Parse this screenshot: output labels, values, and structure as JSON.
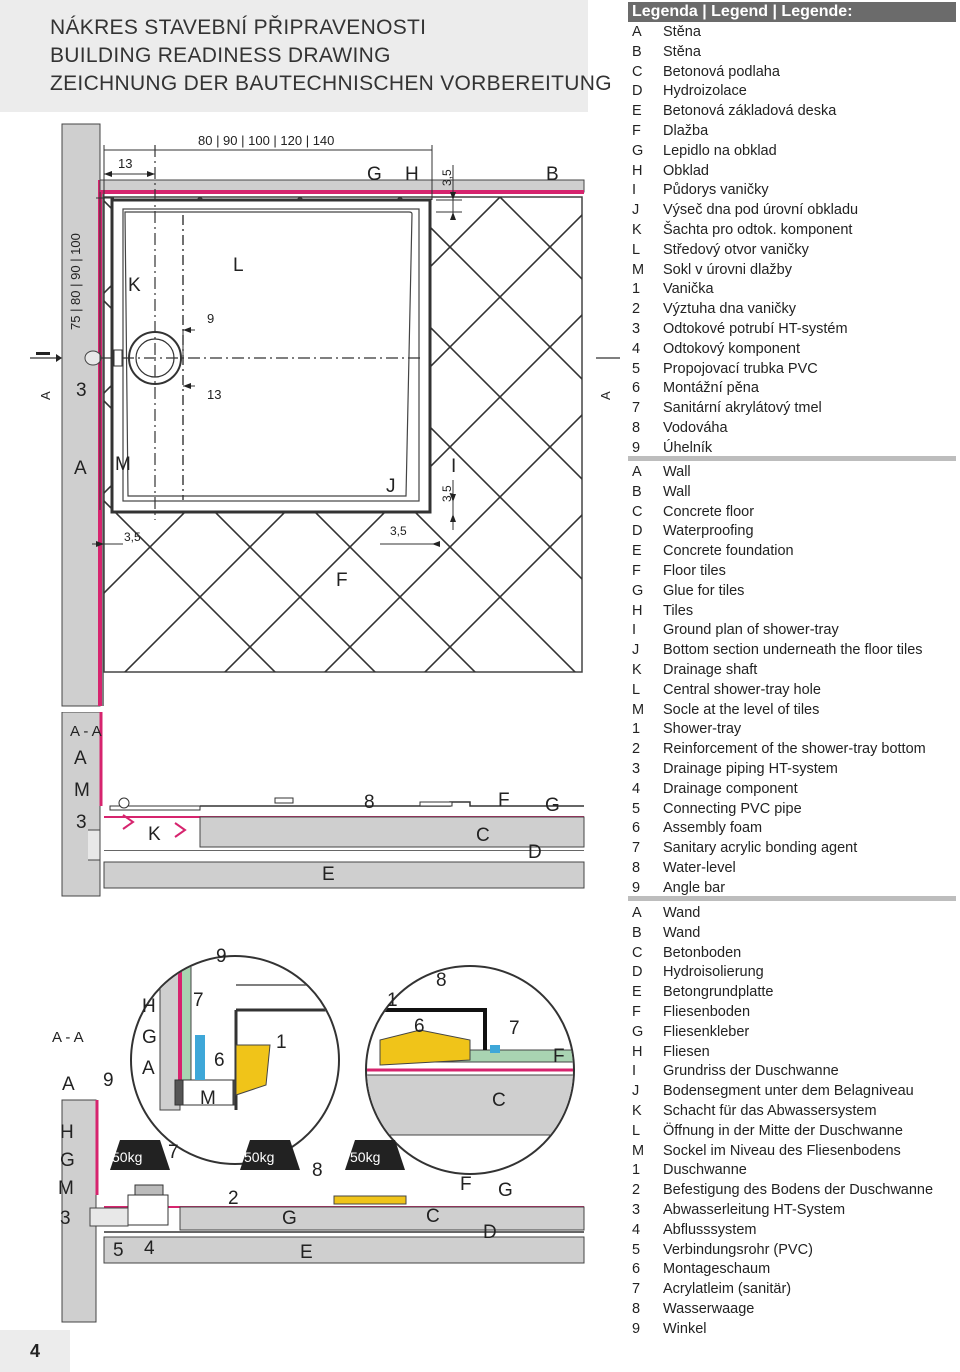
{
  "title": {
    "cz": "NÁKRES STAVEBNÍ PŘIPRAVENOSTI",
    "en": "BUILDING READINESS DRAWING",
    "de": "ZEICHNUNG DER BAUTECHNISCHEN VORBEREITUNG"
  },
  "page_number": "4",
  "plan": {
    "widths": "80 | 90 | 100 | 120 | 140",
    "depths": "75 | 80 | 90 | 100",
    "dim_13_top": "13",
    "dim_13_mid": "13",
    "dim_9": "9",
    "dim_3_5_a": "3,5",
    "dim_3_5_b": "3,5",
    "dim_3_5_c": "3,5",
    "dim_3_5_d": "3,5",
    "section_arrow_left": "A",
    "section_arrow_right": "A",
    "labels": {
      "G": "G",
      "H": "H",
      "B": "B",
      "K": "K",
      "L": "L",
      "three": "3",
      "A": "A",
      "M": "M",
      "J": "J",
      "I": "I",
      "F": "F"
    }
  },
  "section1": {
    "title": "A - A",
    "labels": {
      "A": "A",
      "M": "M",
      "three": "3",
      "K": "K",
      "eight": "8",
      "F": "F",
      "G": "G",
      "C": "C",
      "D": "D",
      "E": "E"
    }
  },
  "section2": {
    "title": "A - A",
    "labels": {
      "A": "A",
      "nine_left": "9",
      "H_left": "H",
      "G_left": "G",
      "M_left": "M",
      "three": "3",
      "five": "5",
      "four": "4",
      "seven_left": "7",
      "two": "2",
      "G_bottom": "G",
      "E": "E",
      "eight_bottom": "8",
      "C_bottom": "C",
      "F_bottom": "F",
      "G_right": "G",
      "D": "D",
      "H_detail": "H",
      "G_detail": "G",
      "A_detail": "A",
      "seven_detail": "7",
      "nine_detail": "9",
      "six_detail": "6",
      "M_detail": "M",
      "one_mid": "1",
      "one_detail2": "1",
      "eight_detail2": "8",
      "six_detail2": "6",
      "seven_detail2": "7",
      "F_detail2": "F",
      "C_detail2": "C"
    },
    "weights": [
      "50kg",
      "50kg",
      "50kg"
    ]
  },
  "legend": {
    "heading": "Legenda | Legend | Legende:",
    "cz": [
      {
        "k": "A",
        "v": "Stěna"
      },
      {
        "k": "B",
        "v": "Stěna"
      },
      {
        "k": "C",
        "v": "Betonová podlaha"
      },
      {
        "k": "D",
        "v": "Hydroizolace"
      },
      {
        "k": "E",
        "v": "Betonová základová deska"
      },
      {
        "k": "F",
        "v": "Dlažba"
      },
      {
        "k": "G",
        "v": "Lepidlo na obklad"
      },
      {
        "k": "H",
        "v": "Obklad"
      },
      {
        "k": "I",
        "v": "Půdorys vaničky"
      },
      {
        "k": "J",
        "v": "Výseč dna pod úrovní obkladu"
      },
      {
        "k": "K",
        "v": "Šachta pro odtok. komponent"
      },
      {
        "k": "L",
        "v": "Středový otvor vaničky"
      },
      {
        "k": "M",
        "v": "Sokl v úrovni dlažby"
      },
      {
        "k": "1",
        "v": "Vanička"
      },
      {
        "k": "2",
        "v": "Výztuha dna vaničky"
      },
      {
        "k": "3",
        "v": "Odtokové potrubí HT-systém"
      },
      {
        "k": "4",
        "v": "Odtokový komponent"
      },
      {
        "k": "5",
        "v": "Propojovací trubka PVC"
      },
      {
        "k": "6",
        "v": "Montážní pěna"
      },
      {
        "k": "7",
        "v": "Sanitární akrylátový tmel"
      },
      {
        "k": "8",
        "v": "Vodováha"
      },
      {
        "k": "9",
        "v": "Úhelník"
      }
    ],
    "en": [
      {
        "k": "A",
        "v": "Wall"
      },
      {
        "k": "B",
        "v": "Wall"
      },
      {
        "k": "C",
        "v": "Concrete floor"
      },
      {
        "k": "D",
        "v": "Waterproofing"
      },
      {
        "k": "E",
        "v": "Concrete foundation"
      },
      {
        "k": "F",
        "v": "Floor tiles"
      },
      {
        "k": "G",
        "v": "Glue for tiles"
      },
      {
        "k": "H",
        "v": "Tiles"
      },
      {
        "k": "I",
        "v": "Ground plan of shower-tray"
      },
      {
        "k": "J",
        "v": "Bottom section underneath the floor tiles"
      },
      {
        "k": "K",
        "v": "Drainage shaft"
      },
      {
        "k": "L",
        "v": "Central shower-tray hole"
      },
      {
        "k": "M",
        "v": "Socle at the level of tiles"
      },
      {
        "k": "1",
        "v": "Shower-tray"
      },
      {
        "k": "2",
        "v": "Reinforcement of the shower-tray bottom"
      },
      {
        "k": "3",
        "v": "Drainage piping HT-system"
      },
      {
        "k": "4",
        "v": "Drainage component"
      },
      {
        "k": "5",
        "v": "Connecting PVC pipe"
      },
      {
        "k": "6",
        "v": "Assembly foam"
      },
      {
        "k": "7",
        "v": "Sanitary acrylic bonding agent"
      },
      {
        "k": "8",
        "v": "Water-level"
      },
      {
        "k": "9",
        "v": "Angle bar"
      }
    ],
    "de": [
      {
        "k": "A",
        "v": "Wand"
      },
      {
        "k": "B",
        "v": "Wand"
      },
      {
        "k": "C",
        "v": "Betonboden"
      },
      {
        "k": "D",
        "v": "Hydroisolierung"
      },
      {
        "k": "E",
        "v": "Betongrundplatte"
      },
      {
        "k": "F",
        "v": "Fliesenboden"
      },
      {
        "k": "G",
        "v": "Fliesenkleber"
      },
      {
        "k": "H",
        "v": "Fliesen"
      },
      {
        "k": "I",
        "v": "Grundriss der Duschwanne"
      },
      {
        "k": "J",
        "v": "Bodensegment unter dem Belagniveau"
      },
      {
        "k": "K",
        "v": "Schacht für das Abwassersystem"
      },
      {
        "k": "L",
        "v": "Öffnung in der Mitte der Duschwanne"
      },
      {
        "k": "M",
        "v": "Sockel im Niveau des Fliesenbodens"
      },
      {
        "k": "1",
        "v": "Duschwanne"
      },
      {
        "k": "2",
        "v": "Befestigung des Bodens der Duschwanne"
      },
      {
        "k": "3",
        "v": "Abwasserleitung HT-System"
      },
      {
        "k": "4",
        "v": "Abflusssystem"
      },
      {
        "k": "5",
        "v": "Verbindungsrohr (PVC)"
      },
      {
        "k": "6",
        "v": "Montageschaum"
      },
      {
        "k": "7",
        "v": "Acrylatleim (sanitär)"
      },
      {
        "k": "8",
        "v": "Wasserwaage"
      },
      {
        "k": "9",
        "v": "Winkel"
      }
    ]
  },
  "colors": {
    "wall": "#cfcfcf",
    "waterproofing": "#d6246e",
    "tile_green": "#a9d4b2",
    "foam": "#f0c419",
    "bonding": "#3ea7d8",
    "legend_header": "#6b6b6b"
  }
}
